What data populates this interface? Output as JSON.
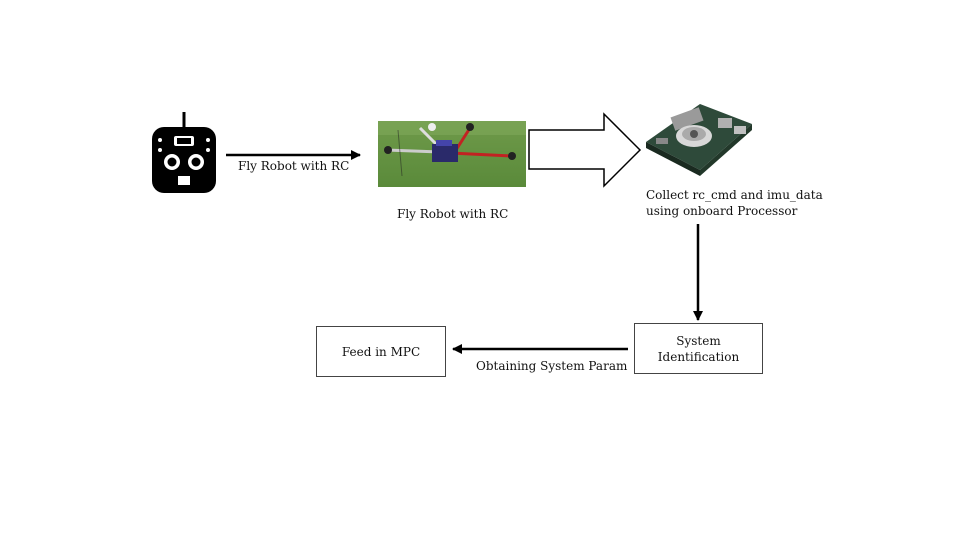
{
  "remote": {
    "icon": "rc-transmitter-icon"
  },
  "arrow1": {
    "label": "Fly Robot with RC"
  },
  "drone": {
    "icon": "quadcopter-photo",
    "caption": "Fly Robot with RC"
  },
  "processor": {
    "icon": "onboard-processor-board",
    "caption_line1": "Collect rc_cmd and imu_data",
    "caption_line2": "using onboard Processor"
  },
  "sysid": {
    "line1": "System",
    "line2": "Identification"
  },
  "arrow_back": {
    "label": "Obtaining System Param"
  },
  "mpc": {
    "label": "Feed in MPC"
  }
}
